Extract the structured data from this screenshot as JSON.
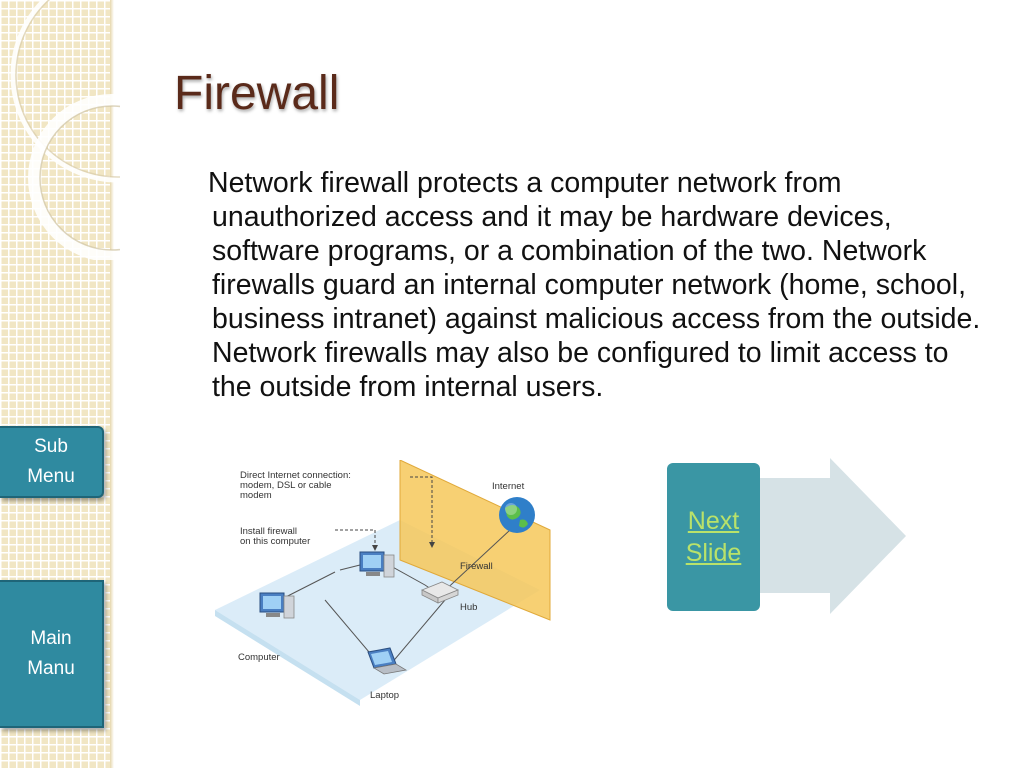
{
  "slide": {
    "title": "Firewall",
    "body": "Network firewall protects a computer network from unauthorized access and it may be hardware devices, software programs, or a combination of the two. Network firewalls guard an internal computer network (home, school, business intranet) against malicious access from the outside. Network firewalls may also be configured to limit access to the outside from internal users."
  },
  "nav": {
    "sub_menu_line1": "Sub",
    "sub_menu_line2": "Menu",
    "main_menu_line1": "Main",
    "main_menu_line2": "Manu",
    "next_line1": "Next",
    "next_line2": "Slide"
  },
  "diagram": {
    "direct_internet_1": "Direct Internet connection:",
    "direct_internet_2": "modem, DSL or cable",
    "direct_internet_3": "modem",
    "install_firewall_1": "Install firewall",
    "install_firewall_2": "on this computer",
    "internet": "Internet",
    "firewall": "Firewall",
    "hub": "Hub",
    "computer": "Computer",
    "laptop": "Laptop"
  },
  "colors": {
    "title": "#5a2a1a",
    "sidebar": "#f1e6c4",
    "button": "#2f8aa0",
    "next_box": "#3a96a4",
    "next_link": "#b9e26a",
    "arrow": "#d6e2e6"
  }
}
